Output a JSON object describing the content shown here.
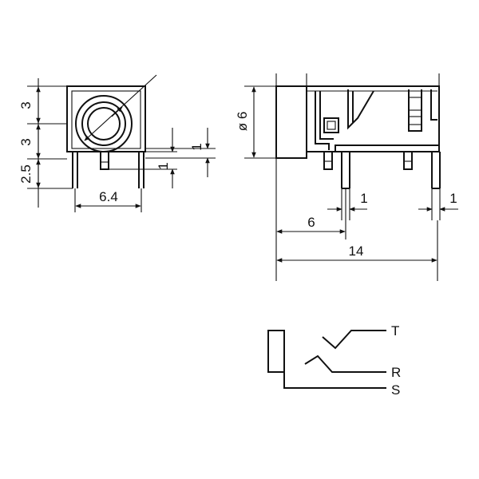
{
  "front_view": {
    "dimensions": {
      "height_top": "3",
      "height_mid": "3",
      "height_pin": "2.5",
      "width": "6.4",
      "pin_inner": "1",
      "pin_outer": "1"
    }
  },
  "side_view": {
    "dimensions": {
      "diameter": "ø 6",
      "pin_pitch": "6",
      "length": "14",
      "pin1_width": "1",
      "pin2_width": "1"
    }
  },
  "schematic": {
    "terminals": {
      "tip": "T",
      "ring": "R",
      "sleeve": "S"
    }
  }
}
